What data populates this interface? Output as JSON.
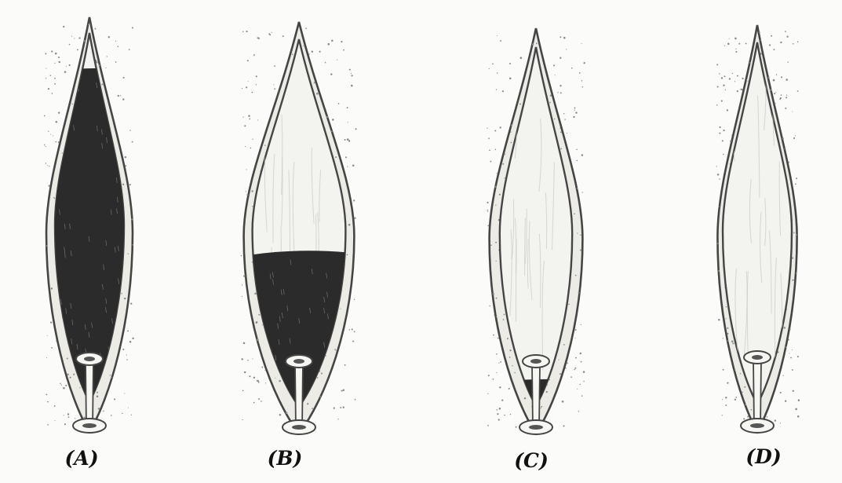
{
  "figure": {
    "panels": [
      {
        "label": "(A)",
        "fill_fraction": 0.9
      },
      {
        "label": "(B)",
        "fill_fraction": 0.42
      },
      {
        "label": "(C)",
        "fill_fraction": 0.07
      },
      {
        "label": "(D)",
        "fill_fraction": 0
      }
    ],
    "colors": {
      "outline": "#454545",
      "wall": "#ecebe6",
      "speckle": "#8a8a8a",
      "lumen": "#f3f3ef",
      "fluid": "#2b2b2b",
      "pencil": "#c9c9c4"
    }
  }
}
